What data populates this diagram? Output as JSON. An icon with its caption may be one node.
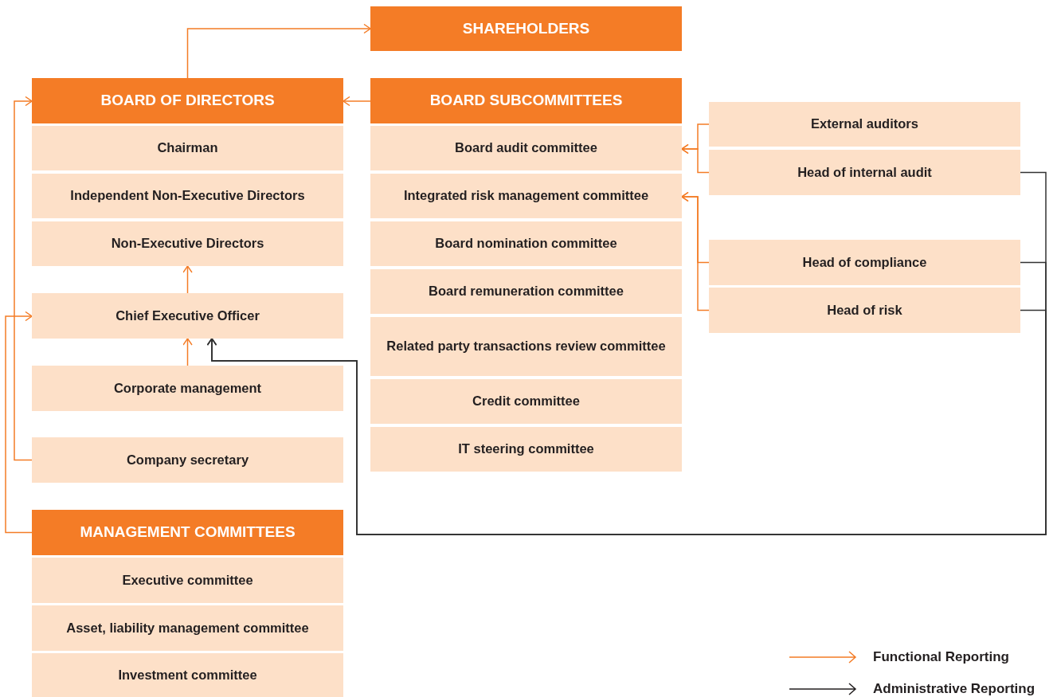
{
  "diagram": {
    "nodes": [
      {
        "text": [
          "SHAREHOLDERS"
        ]
      },
      {
        "text": [
          "BOARD OF DIRECTORS"
        ]
      },
      {
        "text": [
          "Chairman"
        ]
      },
      {
        "text": [
          "Independent Non-Executive Directors"
        ]
      },
      {
        "text": [
          "Non-Executive Directors"
        ]
      },
      {
        "text": [
          "Chief Executive Officer"
        ]
      },
      {
        "text": [
          "BOARD SUBCOMMITTEES"
        ]
      },
      {
        "text": [
          "Board audit committee"
        ]
      },
      {
        "text": [
          "Integrated risk management committee"
        ]
      },
      {
        "text": [
          "Board nomination committee"
        ]
      },
      {
        "text": [
          "Board remuneration committee"
        ]
      },
      {
        "text": [
          "Related party transactions review committee"
        ]
      },
      {
        "text": [
          "Credit committee"
        ]
      },
      {
        "text": [
          "IT steering committee"
        ]
      },
      {
        "text": [
          "External auditors"
        ]
      },
      {
        "text": [
          "Head of internal audit"
        ]
      },
      {
        "text": [
          "Head of compliance"
        ]
      },
      {
        "text": [
          "Head of risk"
        ]
      },
      {
        "text": [
          "Corporate management"
        ]
      },
      {
        "text": [
          "Company secretary"
        ]
      },
      {
        "text": [
          "MANAGEMENT COMMITTEES"
        ]
      },
      {
        "text": [
          "Executive committee"
        ]
      },
      {
        "text": [
          "Asset, liability management committee"
        ]
      },
      {
        "text": [
          "Investment committee"
        ]
      }
    ],
    "edges": [
      {
        "from": 1,
        "to": 0,
        "arrow": "to"
      },
      {
        "from": 6,
        "to": 1,
        "arrow": "to"
      },
      {
        "from": 5,
        "to": 4,
        "arrow": "to"
      },
      {
        "from": 18,
        "to": 5,
        "arrow": "to"
      },
      {
        "from": 15,
        "to": 5,
        "arrow": "to",
        "color": "#333333"
      },
      {
        "from": 16,
        "to": 5,
        "arrow": "to",
        "color": "#333333"
      },
      {
        "from": 17,
        "to": 5,
        "arrow": "to",
        "color": "#333333"
      },
      {
        "from": 14,
        "to": 7,
        "arrow": "to"
      },
      {
        "from": 15,
        "to": 7,
        "arrow": "to"
      },
      {
        "from": 16,
        "to": 8,
        "arrow": "to"
      },
      {
        "from": 17,
        "to": 8,
        "arrow": "to"
      },
      {
        "from": 19,
        "to": 1,
        "arrow": "to"
      },
      {
        "from": 20,
        "to": 5,
        "arrow": "to"
      }
    ],
    "legend": [
      {
        "text": "Functional Reporting"
      },
      {
        "text": "Administrative Reporting"
      }
    ]
  }
}
